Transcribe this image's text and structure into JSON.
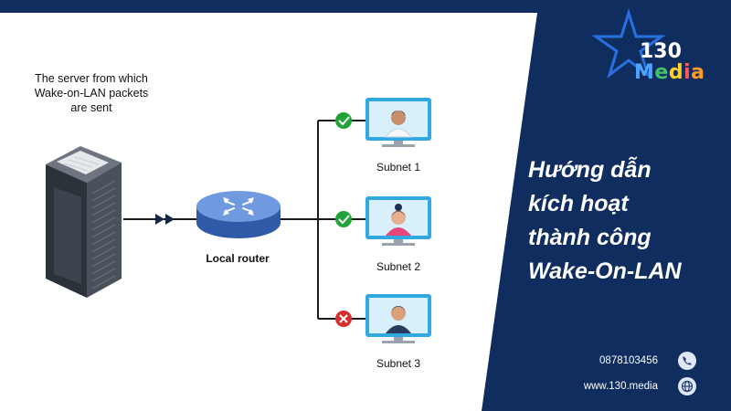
{
  "brand": {
    "number": "130",
    "word_letters": [
      {
        "ch": "M",
        "color": "#4ea3ff"
      },
      {
        "ch": "e",
        "color": "#3ec36b"
      },
      {
        "ch": "d",
        "color": "#ffd12a"
      },
      {
        "ch": "i",
        "color": "#ff5a5a"
      },
      {
        "ch": "a",
        "color": "#ff9a2a"
      }
    ]
  },
  "diagram": {
    "server_caption": [
      "The server from which",
      "Wake-on-LAN packets",
      "are sent"
    ],
    "router_label": "Local router",
    "subnets": [
      {
        "label": "Subnet 1",
        "status": "ok",
        "user": "male-short-hair"
      },
      {
        "label": "Subnet 2",
        "status": "ok",
        "user": "female-bun"
      },
      {
        "label": "Subnet 3",
        "status": "fail",
        "user": "male-beard"
      }
    ],
    "colors": {
      "ok": "#22a33a",
      "fail": "#d4302b",
      "monitor": "#31a8e0",
      "router": "#4b78c9",
      "line": "#1a1a1a"
    }
  },
  "headline": [
    "Hướng dẫn",
    "kích hoạt",
    "thành công",
    "Wake-On-LAN"
  ],
  "contact": {
    "phone": "0878103456",
    "website": "www.130.media"
  }
}
